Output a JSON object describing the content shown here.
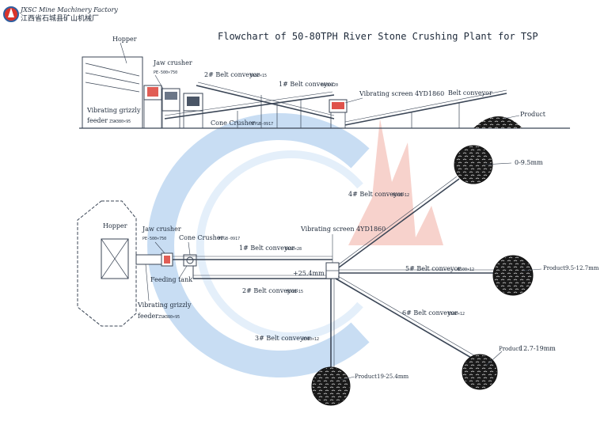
{
  "logo": {
    "line1": "JXSC Mine Machinery Factory",
    "line2": "江西省石城县矿山机械厂"
  },
  "title": "Flowchart of 50-80TPH River Stone Crushing Plant for TSP",
  "elevation": {
    "hopper": "Hopper",
    "jaw_crusher": "Jaw crusher",
    "jaw_model": "PE-500×750",
    "grizzly1": "Vibrating grizzly",
    "grizzly2": "feeder",
    "grizzly_model": "ZSW380×95",
    "belt2": "2# Belt conveyor",
    "belt2_model": "B650×15",
    "belt1": "1# Belt conveyor",
    "belt1_model": "B650×20",
    "cone": "Cone Crusher",
    "cone_model": "PYGB-0917",
    "screen": "Vibrating screen 4YD1860",
    "belt": "Belt conveyor",
    "product": "Product"
  },
  "plan": {
    "hopper": "Hopper",
    "jaw_crusher": "Jaw crusher",
    "jaw_model": "PE-500×750",
    "cone": "Cone Crusher",
    "cone_model": "PYGB-0917",
    "feeding_tank": "Feeding tank",
    "grizzly1": "Vibrating grizzly",
    "grizzly2": "feeder",
    "grizzly_model": "ZSW380×95",
    "belt1": "1# Belt conveyor",
    "belt1_model": "B650×28",
    "belt2": "2# Belt conveyor",
    "belt2_model": "B500×15",
    "screen": "Vibrating screen 4YD1860",
    "size_25": "+25.4mm",
    "belt4": "4# Belt conveyor",
    "belt4_model": "B500×12",
    "belt5": "5# Belt conveyor",
    "belt5_model": "B500×12",
    "belt6": "6# Belt conveyor",
    "belt6_model": "B500×12",
    "belt3": "3# Belt conveyor",
    "belt3_model": "B500×12",
    "product_a": "0-9.5mm",
    "product_b": "Product9.5-12.7mm",
    "product_c_pre": "Product",
    "product_c": "12.7-19mm",
    "product_d": "Product19-25.4mm"
  },
  "colors": {
    "line": "#3b4656",
    "accent": "#d9342b",
    "watermark_blue": "#9cc3ea",
    "watermark_red": "#e88a7a"
  }
}
